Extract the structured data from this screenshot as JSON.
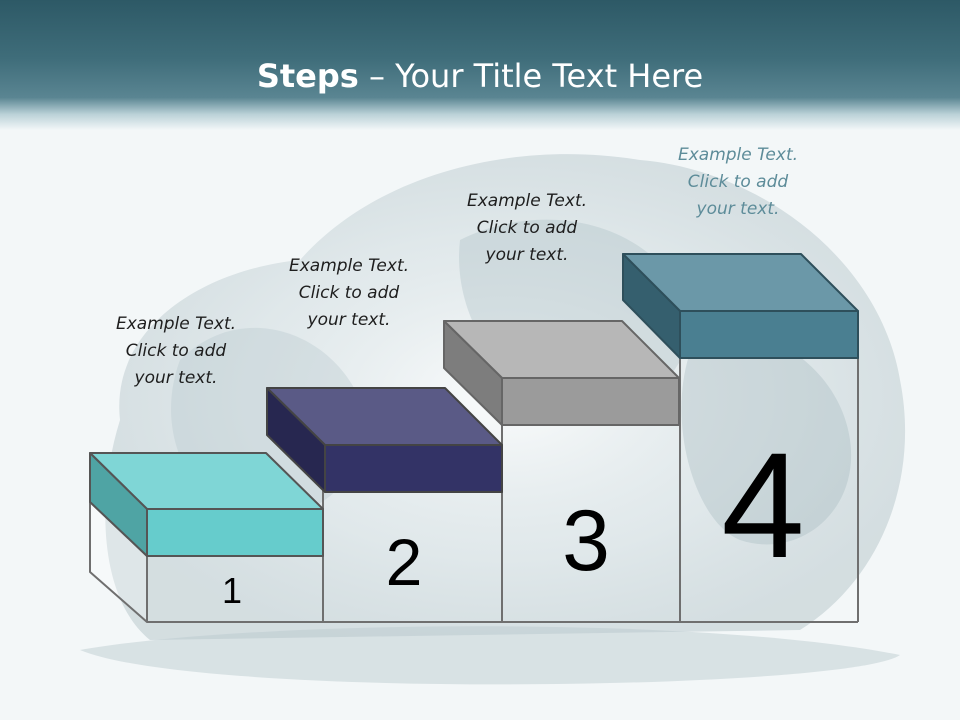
{
  "title": {
    "bold": "Steps",
    "rest": " – Your Title Text Here"
  },
  "steps": [
    {
      "number": "1",
      "caption": [
        "Example Text.",
        "Click  to add",
        "your text."
      ],
      "color": "#66cccc"
    },
    {
      "number": "2",
      "caption": [
        "Example Text.",
        "Click  to add",
        "your text."
      ],
      "color": "#333366"
    },
    {
      "number": "3",
      "caption": [
        "Example Text.",
        "Click  to add",
        "your text."
      ],
      "color": "#999999"
    },
    {
      "number": "4",
      "caption": [
        "Example Text.",
        "Click  to add",
        "your text."
      ],
      "color": "#4a7f91"
    }
  ],
  "colors": {
    "header": "#3f6d7a",
    "title_text": "#ffffff",
    "faded_caption": "#5d8c99"
  }
}
